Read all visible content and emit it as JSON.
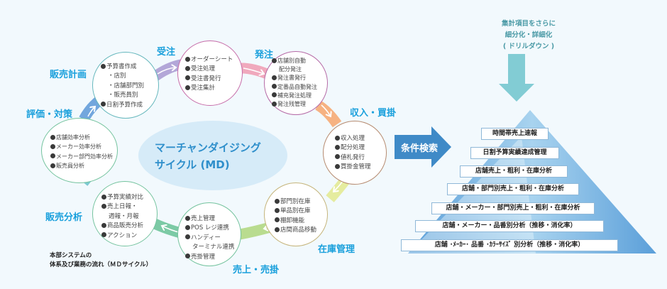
{
  "colors": {
    "label_blue": "#1aa0dc",
    "center_text": "#2f8fcb",
    "center_fill": "#d6ebf8",
    "condition_arrow": "#3f8ac7",
    "drill_arrow": "#82ccd4",
    "pyramid": "#6aa8dc"
  },
  "cycle": {
    "center_title_line1": "マーチャンダイジング",
    "center_title_line2": "サイクル (MD)",
    "stages": [
      {
        "label": "販売計画",
        "items": [
          {
            "t": "予算書作成",
            "sub": false
          },
          {
            "t": "・店別",
            "sub": true
          },
          {
            "t": "・店舗部門別",
            "sub": true
          },
          {
            "t": "・販売員別",
            "sub": true
          },
          {
            "t": "日割予算作成",
            "sub": false
          }
        ]
      },
      {
        "label": "受注",
        "items": [
          {
            "t": "オーダーシート",
            "sub": false
          },
          {
            "t": "受注処理",
            "sub": false
          },
          {
            "t": "受注書発行",
            "sub": false
          },
          {
            "t": "受注集計",
            "sub": false
          }
        ]
      },
      {
        "label": "発注",
        "items": [
          {
            "t": "店舗別自動",
            "sub": false
          },
          {
            "t": "配分発注",
            "sub": true
          },
          {
            "t": "発注書発行",
            "sub": false
          },
          {
            "t": "定番品自動発注",
            "sub": false
          },
          {
            "t": "補充発注処理",
            "sub": false
          },
          {
            "t": "発注残管理",
            "sub": false
          }
        ]
      },
      {
        "label": "収入・買掛",
        "items": [
          {
            "t": "収入処理",
            "sub": false
          },
          {
            "t": "配分処理",
            "sub": false
          },
          {
            "t": "値札発行",
            "sub": false
          },
          {
            "t": "買掛金管理",
            "sub": false
          }
        ]
      },
      {
        "label": "在庫管理",
        "items": [
          {
            "t": "部門別在庫",
            "sub": false
          },
          {
            "t": "単品別在庫",
            "sub": false
          },
          {
            "t": "棚卸機能",
            "sub": false
          },
          {
            "t": "店間商品移動",
            "sub": false
          }
        ]
      },
      {
        "label": "売上・売掛",
        "items": [
          {
            "t": "売上管理",
            "sub": false
          },
          {
            "t": "POS レジ連携",
            "sub": false
          },
          {
            "t": "ハンディー",
            "sub": false
          },
          {
            "t": "ターミナル連携",
            "sub": true
          },
          {
            "t": "売掛管理",
            "sub": false
          }
        ]
      },
      {
        "label": "販売分析",
        "items": [
          {
            "t": "予算実績対比",
            "sub": false
          },
          {
            "t": "売上日報・",
            "sub": false
          },
          {
            "t": "週報・月報",
            "sub": true
          },
          {
            "t": "商品販売分析",
            "sub": false
          },
          {
            "t": "アクション",
            "sub": false
          }
        ]
      },
      {
        "label": "評価・対策",
        "items": [
          {
            "t": "店舗効率分析",
            "sub": false
          },
          {
            "t": "メーカー効率分析",
            "sub": false
          },
          {
            "t": "メーカー部門効率分析",
            "sub": false
          },
          {
            "t": "販売員分析",
            "sub": false
          }
        ]
      }
    ],
    "caption_line1": "本部システムの",
    "caption_line2": "体系及び業務の流れ（ＭＤサイクル）"
  },
  "condition_search": {
    "label": "条件検索"
  },
  "drilldown": {
    "line1": "集計項目をさらに",
    "line2": "細分化・詳細化",
    "line3": "( ドリルダウン )"
  },
  "pyramid": {
    "levels": [
      "時間帯売上速報",
      "日割予算実績達成管理",
      "店舗売上・粗利・在庫分析",
      "店舗・部門別売上・粗利・在庫分析",
      "店舗・メーカー・部門別売上・粗利・在庫分析",
      "店舗・メーカー・品番別分析（推移・消化率）",
      "店舗 ･ﾒｰｶｰ･ 品番 ･ｶﾗｰｻｲｽﾞ 別分析（推移・消化率）"
    ]
  }
}
